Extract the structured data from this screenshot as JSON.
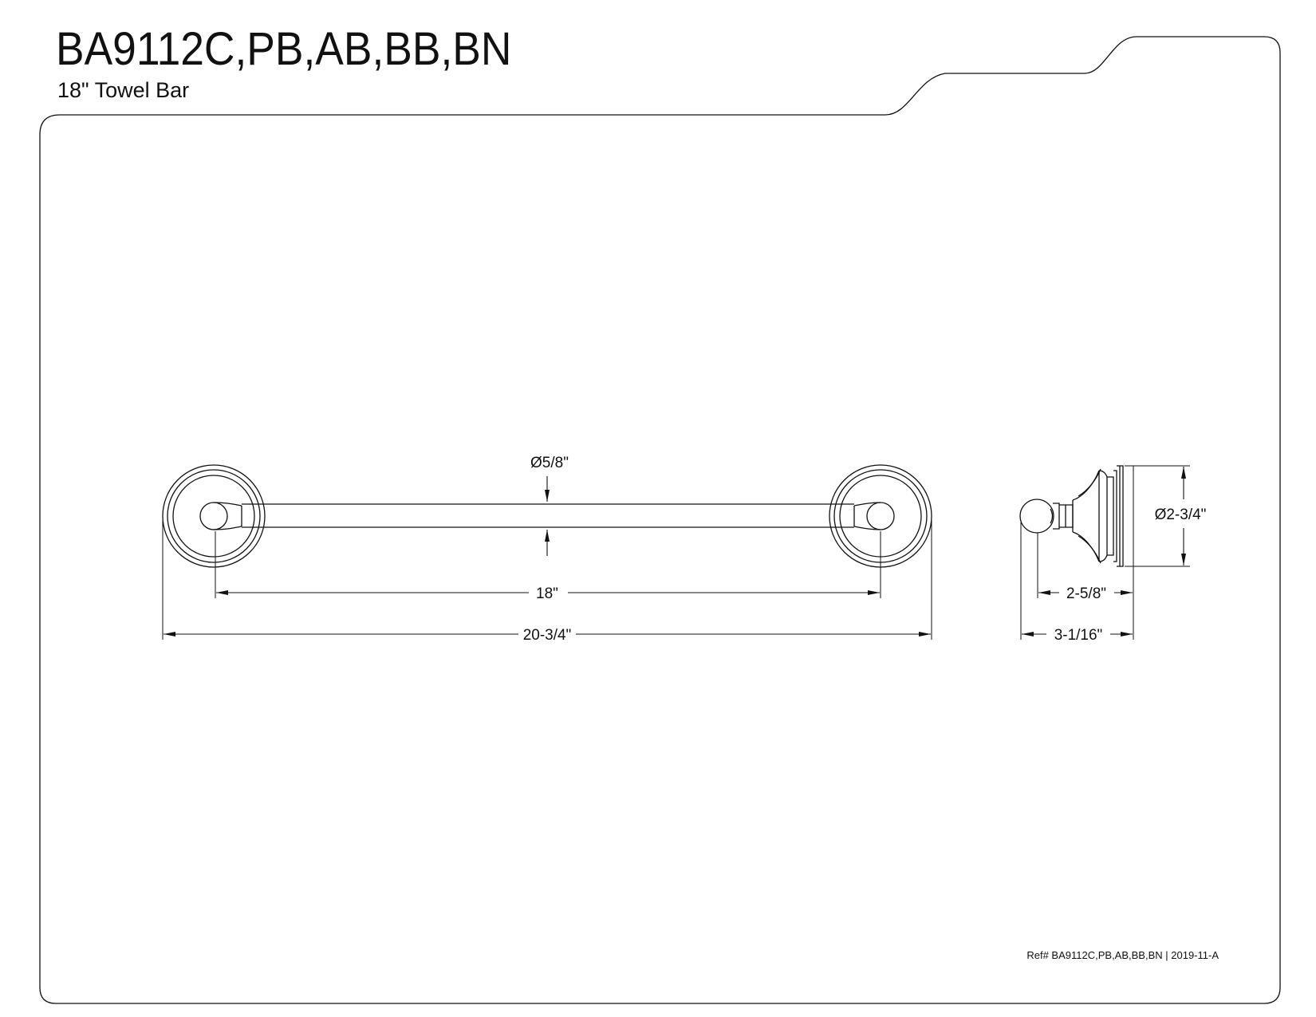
{
  "header": {
    "title": "BA9112C,PB,AB,BB,BN",
    "subtitle": "18\" Towel Bar"
  },
  "dimensions": {
    "rod_diameter": "Ø5/8\"",
    "center_to_center": "18\"",
    "overall_length": "20-3/4\"",
    "flange_diameter": "Ø2-3/4\"",
    "projection_rod": "2-5/8\"",
    "projection_total": "3-1/16\""
  },
  "footer": {
    "ref": "Ref# BA9112C,PB,AB,BB,BN | 2019-11-A"
  }
}
